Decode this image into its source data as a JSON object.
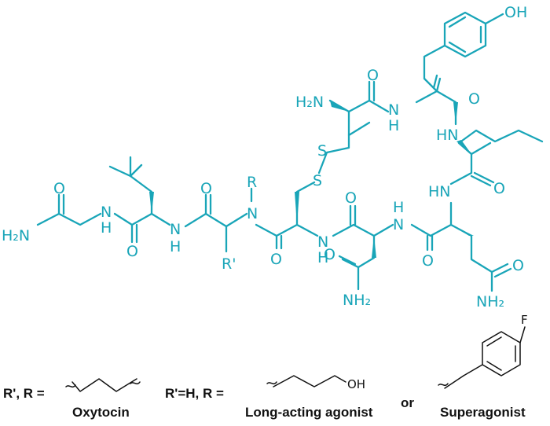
{
  "colors": {
    "structure": "#19a5b8",
    "legend": "#111111",
    "background": "#ffffff"
  },
  "atoms": {
    "h2n_top": "H₂N",
    "h2n_left": "H₂N",
    "nh2_bottom1": "NH₂",
    "nh2_bottom2": "NH₂",
    "oh": "OH",
    "O": "O",
    "N": "N",
    "H": "H",
    "HN": "HN",
    "S": "S",
    "R": "R",
    "R_prime": "R'"
  },
  "legend": {
    "prefix": "R', R =",
    "oxytocin": "Oxytocin",
    "mid_prefix": "R'=H, R =",
    "oh": "OH",
    "long_acting": "Long-acting agonist",
    "or": "or",
    "f": "F",
    "superagonist": "Superagonist"
  }
}
